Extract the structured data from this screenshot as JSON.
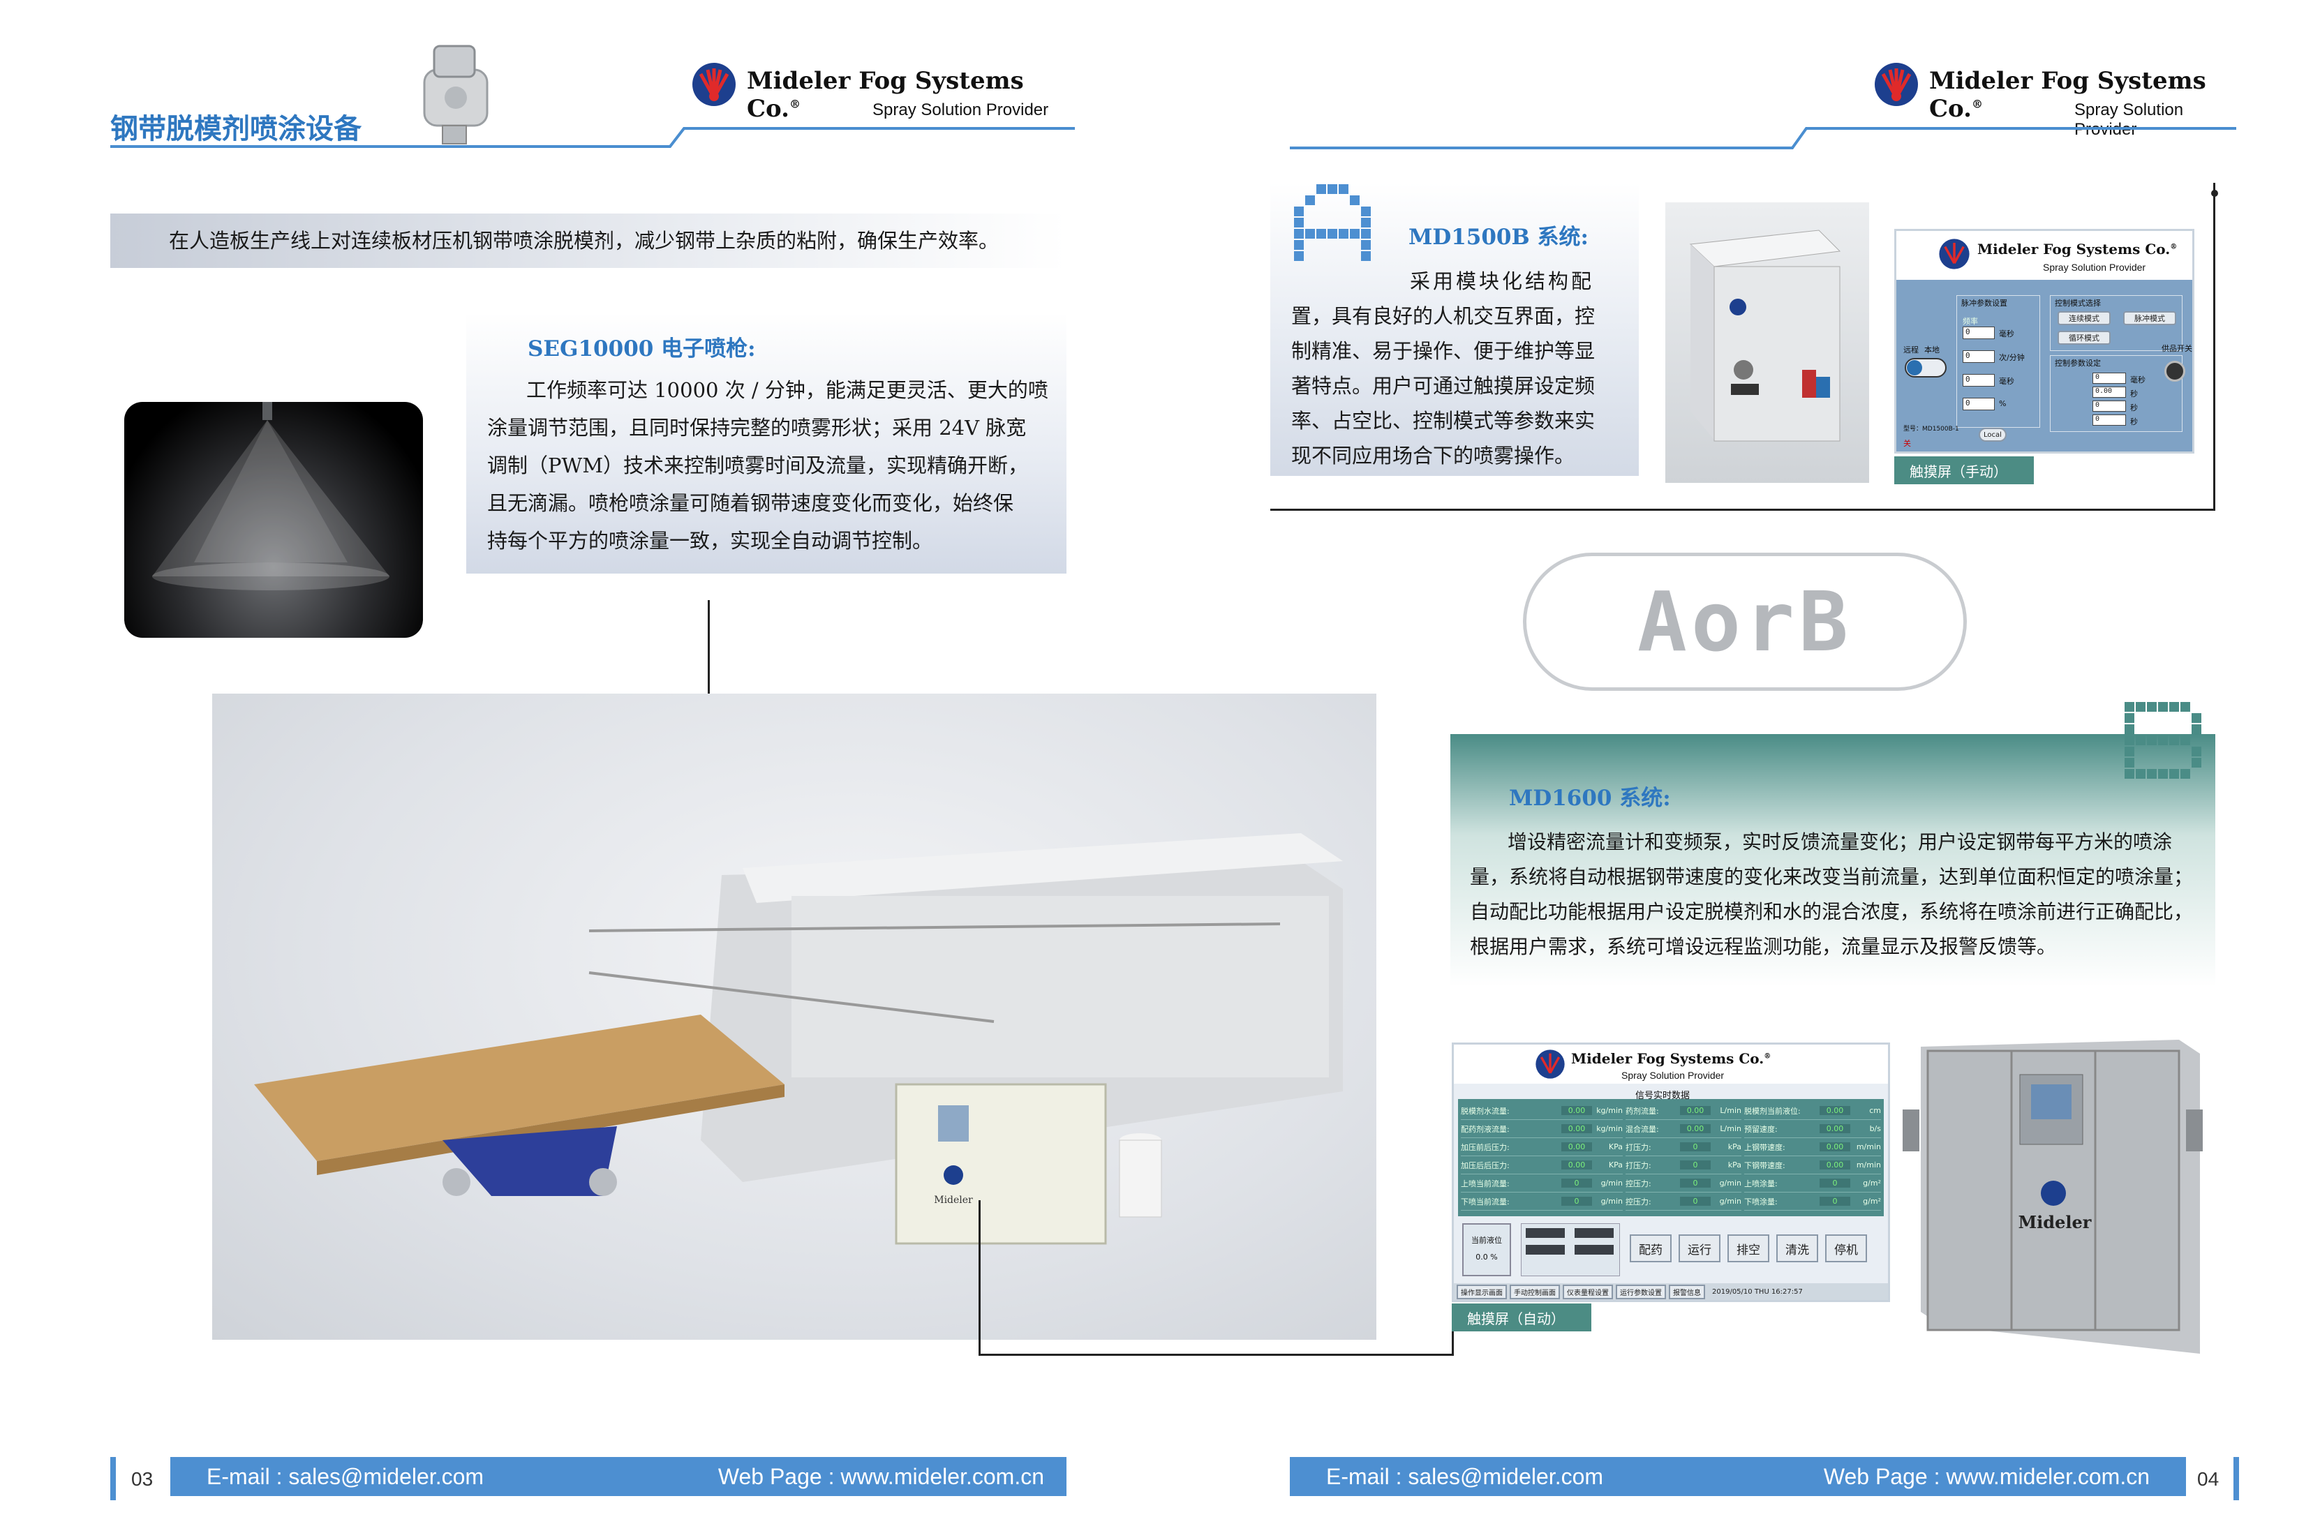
{
  "brand": {
    "name": "Mideler Fog Systems Co.",
    "tagline": "Spray Solution Provider",
    "registered": "®"
  },
  "page_left": {
    "title": "钢带脱模剂喷涂设备",
    "intro": "在人造板生产线上对连续板材压机钢带喷涂脱模剂，减少钢带上杂质的粘附，确保生产效率。",
    "gun_section": {
      "title": "SEG10000 电子喷枪:",
      "lines": [
        "工作频率可达 10000 次 / 分钟，能满足更灵活、更大的喷",
        "涂量调节范围，且同时保持完整的喷雾形状；采用 24V 脉宽",
        "调制（PWM）技术来控制喷雾时间及流量，实现精确开断，",
        "且无滴漏。喷枪喷涂量可随着钢带速度变化而变化，始终保",
        "持每个平方的喷涂量一致，实现全自动调节控制。"
      ]
    },
    "cabinet_logo": "Mideler",
    "footer": {
      "page": "03",
      "email": "E-mail : sales@mideler.com",
      "web": "Web Page : www.mideler.com.cn"
    }
  },
  "page_right": {
    "system_a": {
      "title": "MD1500B 系统:",
      "lines": [
        "采用模块化结构配",
        "置，具有良好的人机交互界面，控",
        "制精准、易于操作、便于维护等显",
        "著特点。用户可通过触摸屏设定频",
        "率、占空比、控制模式等参数来实",
        "现不同应用场合下的喷雾操作。"
      ],
      "hmi": {
        "group1_title": "脉冲参数设置",
        "group1_rows": [
          {
            "label": "频率",
            "value": "0",
            "unit": "毫秒"
          },
          {
            "label": "",
            "value": "0",
            "unit": "次/分钟"
          },
          {
            "label": "",
            "value": "0",
            "unit": "毫秒"
          },
          {
            "label": "",
            "value": "0",
            "unit": "%"
          }
        ],
        "group2_title": "控制模式选择",
        "mode_buttons": [
          "连续模式",
          "脉冲模式",
          "循环模式"
        ],
        "group3_title": "控制参数设定",
        "group3_rows": [
          {
            "value": "0",
            "unit": "毫秒"
          },
          {
            "value": "0.00",
            "unit": "秒"
          },
          {
            "value": "0",
            "unit": "秒"
          },
          {
            "value": "0",
            "unit": "秒"
          }
        ],
        "left_labels": [
          "远程",
          "本地"
        ],
        "right_label": "供品开关",
        "model": "型号：MD1500B-1",
        "bottom_mark": "关",
        "toggle_label": "Local"
      },
      "touch_label": "触摸屏（手动）"
    },
    "a_or_b": "AorB",
    "system_b": {
      "title": "MD1600 系统:",
      "lines": [
        "增设精密流量计和变频泵，实时反馈流量变化；用户设定钢带每平方米的喷涂",
        "量，系统将自动根据钢带速度的变化来改变当前流量，达到单位面积恒定的喷涂量；",
        "自动配比功能根据用户设定脱模剂和水的混合浓度，系统将在喷涂前进行正确配比，",
        "根据用户需求，系统可增设远程监测功能，流量显示及报警反馈等。"
      ],
      "hmi": {
        "table_title": "信号实时数据",
        "left_rows": [
          {
            "label": "脱模剂水流量:",
            "value": "0.00",
            "unit": "kg/min"
          },
          {
            "label": "配药剂液流量:",
            "value": "0.00",
            "unit": "kg/min"
          },
          {
            "label": "加压前后压力:",
            "value": "0.00",
            "unit": "KPa"
          },
          {
            "label": "加压后后压力:",
            "value": "0.00",
            "unit": "KPa"
          },
          {
            "label": "上喷当前流量:",
            "value": "0",
            "unit": "g/min"
          },
          {
            "label": "下喷当前流量:",
            "value": "0",
            "unit": "g/min"
          }
        ],
        "mid_rows": [
          {
            "label": "药剂流量:",
            "value": "0.00",
            "unit": "L/min"
          },
          {
            "label": "混合流量:",
            "value": "0.00",
            "unit": "L/min"
          },
          {
            "label": "打压力:",
            "value": "0",
            "unit": "kPa"
          },
          {
            "label": "打压力:",
            "value": "0",
            "unit": "kPa"
          },
          {
            "label": "控压力:",
            "value": "0",
            "unit": "g/min"
          },
          {
            "label": "控压力:",
            "value": "0",
            "unit": "g/min"
          }
        ],
        "right_rows": [
          {
            "label": "脱模剂当前液位:",
            "value": "0.00",
            "unit": "cm"
          },
          {
            "label": "预留速度:",
            "value": "0.00",
            "unit": "b/s"
          },
          {
            "label": "上钢带速度:",
            "value": "0.00",
            "unit": "m/min"
          },
          {
            "label": "下钢带速度:",
            "value": "0.00",
            "unit": "m/min"
          },
          {
            "label": "上喷涂量:",
            "value": "0",
            "unit": "g/m²"
          },
          {
            "label": "下喷涂量:",
            "value": "0",
            "unit": "g/m²"
          }
        ],
        "level_title": "当前液位",
        "level_value": "0.0 %",
        "action_buttons": [
          "配药",
          "运行",
          "排空",
          "清洗",
          "停机"
        ],
        "tabs": [
          "操作显示画面",
          "手动控制画面",
          "仪表量程设置",
          "运行参数设置",
          "报警信息"
        ],
        "timestamp": "2019/05/10 THU 16:27:57"
      },
      "touch_label": "触摸屏（自动）",
      "cabinet_logo": "Mideler"
    },
    "footer": {
      "page": "04",
      "email": "E-mail : sales@mideler.com",
      "web": "Web Page : www.mideler.com.cn"
    }
  },
  "colors": {
    "accent_blue": "#2e77c0",
    "footer_blue": "#4d8fd1",
    "teal": "#4a8c86",
    "hmi_blue": "#7fa2c5"
  }
}
